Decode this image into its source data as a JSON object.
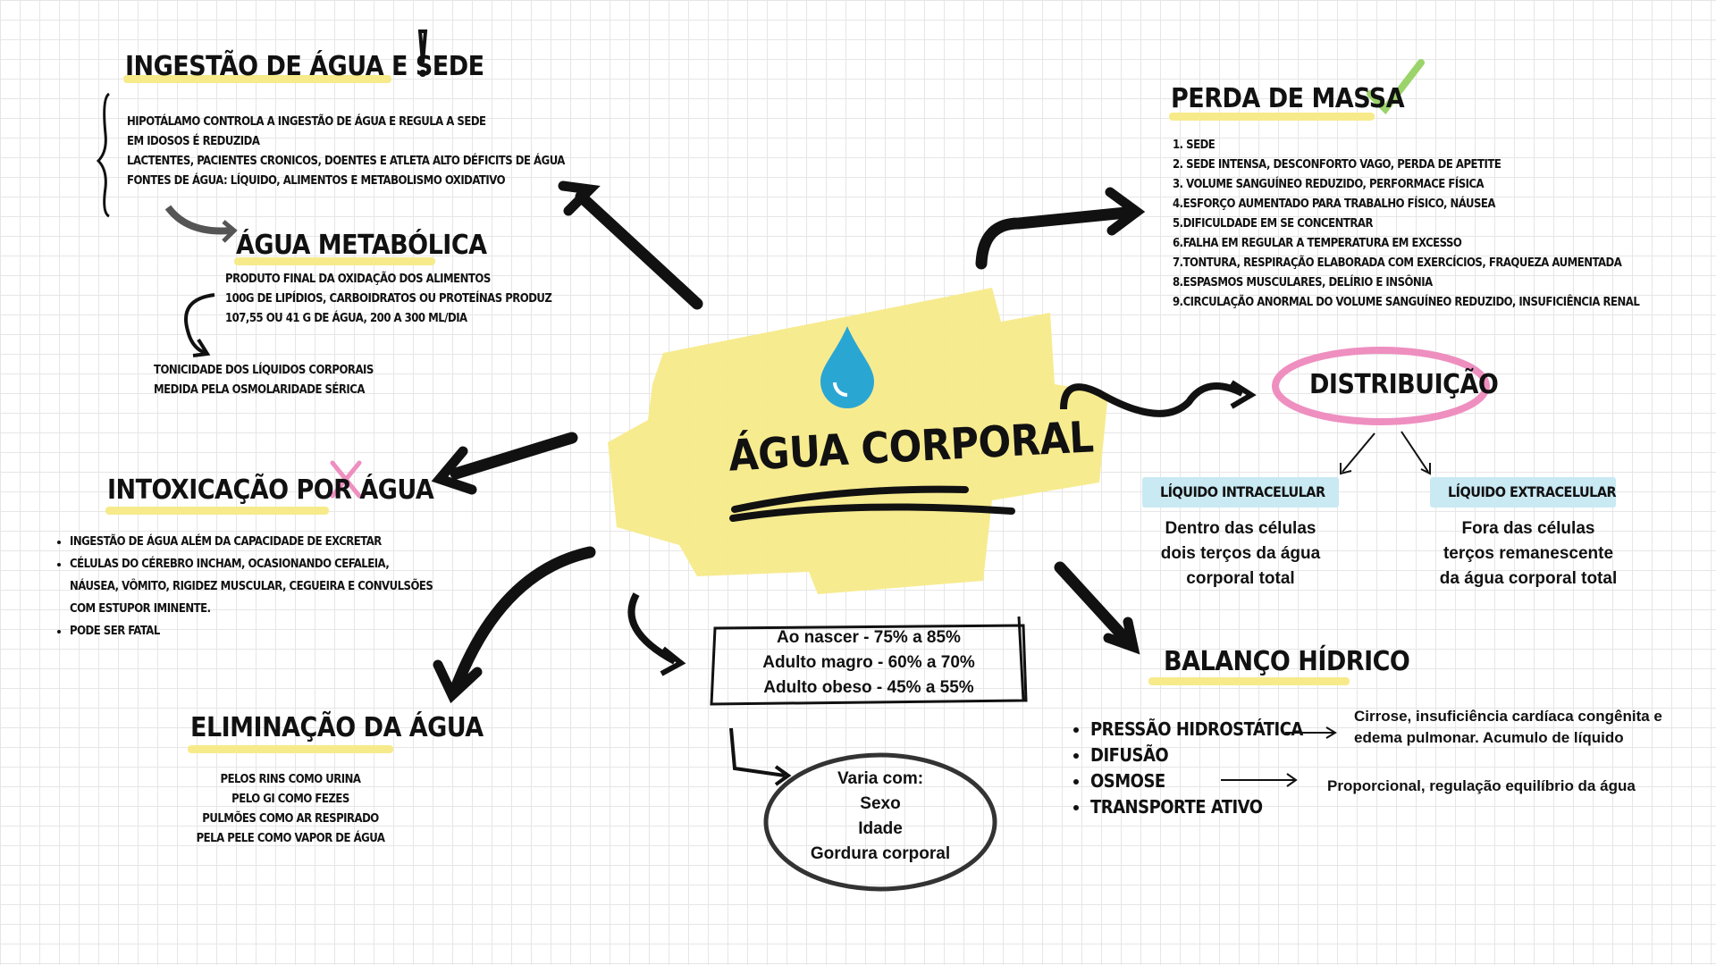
{
  "center": {
    "title": "Água corporal"
  },
  "ingestao": {
    "title": "Ingestão de água e sede",
    "lines": [
      "Hipotálamo controla a ingestão de água e regula a sede",
      "Em idosos é reduzida",
      "Lactentes, pacientes cronicos, doentes e atleta alto déficits de água",
      "Fontes de água: líquido, alimentos e metabolismo oxidativo"
    ]
  },
  "metabolica": {
    "title": "Água metabólica",
    "lines": [
      "Produto final da oxidação dos alimentos",
      "100g de lipídios, carboidratos ou proteínas produz",
      "107,55 ou 41 g de água, 200 a 300 ml/dia"
    ],
    "tonicidade": [
      "Tonicidade dos líquidos corporais",
      "medida pela osmolaridade sérica"
    ]
  },
  "intoxicacao": {
    "title": "Intoxicação por água",
    "items": [
      "Ingestão de água além da capacidade de excretar",
      "Células do cérebro incham, ocasionando cefaleia, náusea, vômito, rigidez muscular, cegueira e convulsões com estupor iminente.",
      "Pode ser fatal"
    ]
  },
  "eliminacao": {
    "title": "Eliminação da água",
    "lines": [
      "Pelos rins como urina",
      "pelo GI como fezes",
      "Pulmões como ar respirado",
      "Pela pele como vapor de água"
    ]
  },
  "perda": {
    "title": "Perda de massa",
    "items": [
      "1. Sede",
      "2. Sede intensa, desconforto vago, perda de apetite",
      "3. Volume sanguíneo reduzido, performace física",
      "4.Esforço aumentado para trabalho físico, náusea",
      "5.Dificuldade em se concentrar",
      "6.Falha em regular a temperatura em excesso",
      "7.Tontura, respiração elaborada com exercícios, fraqueza aumentada",
      "8.Espasmos musculares, delírio e insônia",
      "9.Circulação anormal do volume sanguíneo reduzido, insuficiência renal"
    ]
  },
  "distribuicao": {
    "title": "Distribuição",
    "intra": {
      "label": "Líquido intracelular",
      "lines": [
        "Dentro das células",
        "dois terços da água",
        "corporal total"
      ]
    },
    "extra": {
      "label": "Líquido extracelular",
      "lines": [
        "Fora das células",
        "terços remanescente",
        "da água corporal total"
      ]
    }
  },
  "percentuais": {
    "lines": [
      "Ao nascer - 75% a 85%",
      "Adulto magro - 60% a 70%",
      "Adulto obeso - 45% a 55%"
    ]
  },
  "varia": {
    "lines": [
      "Varia com:",
      "Sexo",
      "Idade",
      "Gordura corporal"
    ]
  },
  "balanco": {
    "title": "Balanço hídrico",
    "items": [
      "Pressão hidrostática",
      "Difusão",
      "Osmose",
      "Transporte ativo"
    ],
    "note1": [
      "Cirrose, insuficiência cardíaca congênita e",
      "edema pulmonar. Acumulo de líquido"
    ],
    "note2": "Proporcional, regulação equilíbrio da água"
  },
  "colors": {
    "highlight": "#f7ea8a",
    "pink": "#ee8fc0",
    "blue": "#c9e9f3",
    "check": "#9bd46a",
    "drop": "#2aa6d3"
  },
  "icons": [
    "exclamation-icon",
    "check-icon",
    "x-icon",
    "water-drop-icon"
  ]
}
